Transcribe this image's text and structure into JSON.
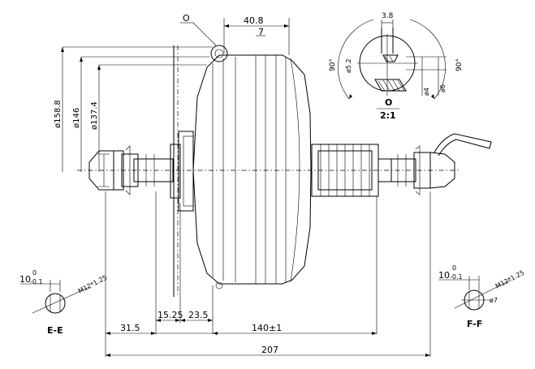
{
  "dimensions": {
    "top_width": "40.8",
    "top_inner": "7",
    "flange_dia_1": "ø158.8",
    "flange_dia_2": "ø146",
    "flange_dia_3": "ø137.4",
    "dist_15_25": "15.25",
    "dist_23_5": "23.5",
    "dist_31_5": "31.5",
    "dist_140": "140±1",
    "dist_207": "207"
  },
  "detail_o": {
    "callout": "O",
    "title": "O",
    "scale": "2:1",
    "width": "3.8",
    "angle_left": "90°",
    "angle_right": "90°",
    "dia_small": "ø5.2",
    "dia_mid": "ø4",
    "dia_large": "ø6"
  },
  "section_e": {
    "label": "E-E",
    "flat": "10",
    "flat_tol_upper": "0",
    "flat_tol_lower": "-0.1",
    "thread": "M12*1.25"
  },
  "section_f": {
    "label": "F-F",
    "flat": "10",
    "flat_tol_upper": "0",
    "flat_tol_lower": "-0.1",
    "thread": "M12*1.25",
    "hole": "ø7"
  }
}
